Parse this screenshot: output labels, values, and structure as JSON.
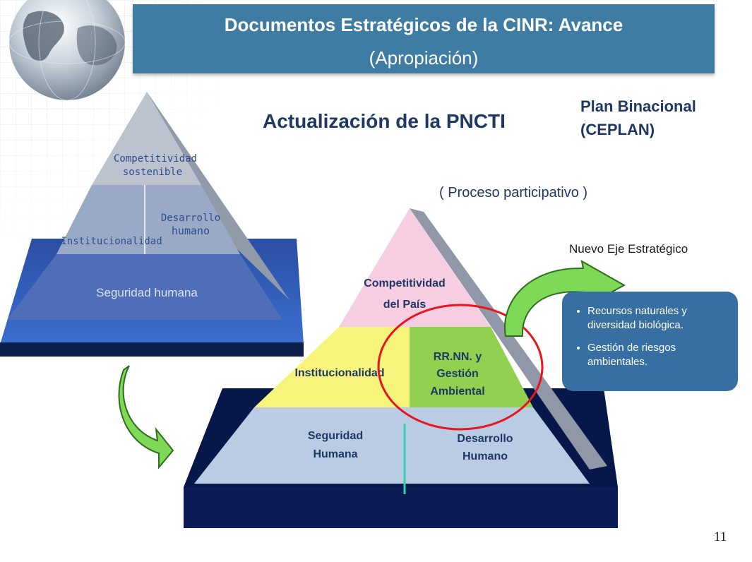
{
  "header": {
    "title": "Documentos Estratégicos de la CINR: Avance",
    "subtitle": "(Apropiación)"
  },
  "main": {
    "heading": "Actualización de la PNCTI",
    "plan": [
      "Plan Binacional",
      "(CEPLAN)"
    ],
    "process_note": "( Proceso participativo )",
    "new_axis_label": "Nuevo Eje Estratégico",
    "page_number": "11"
  },
  "left_pyramid": {
    "top": [
      "Competitividad",
      "sostenible"
    ],
    "middle_left": "Institucionalidad",
    "middle_right": [
      "Desarrollo",
      "humano"
    ],
    "base": "Seguridad humana"
  },
  "right_pyramid": {
    "top": [
      "Competitividad",
      "del País"
    ],
    "middle_left": "Institucionalidad",
    "middle_right": [
      "RR.NN. y",
      "Gestión",
      "Ambiental"
    ],
    "base_left": [
      "Seguridad",
      "Humana"
    ],
    "base_right": [
      "Desarrollo",
      "Humano"
    ]
  },
  "info_box": {
    "items": [
      "Recursos naturales y diversidad biológica.",
      "Gestión de riesgos ambientales."
    ]
  },
  "colors": {
    "title_bar": "#3f7ca3",
    "heading": "#1f3864",
    "pyramid_top_pink": "#f7cde2",
    "pyramid_yellow": "#f7f47c",
    "pyramid_green": "#92d050",
    "pyramid_base": "#b9cce4",
    "highlight_circle": "#e8161c",
    "info_box": "#376fa3"
  },
  "icons": [
    "globe-icon",
    "green-curved-arrow-icon"
  ]
}
